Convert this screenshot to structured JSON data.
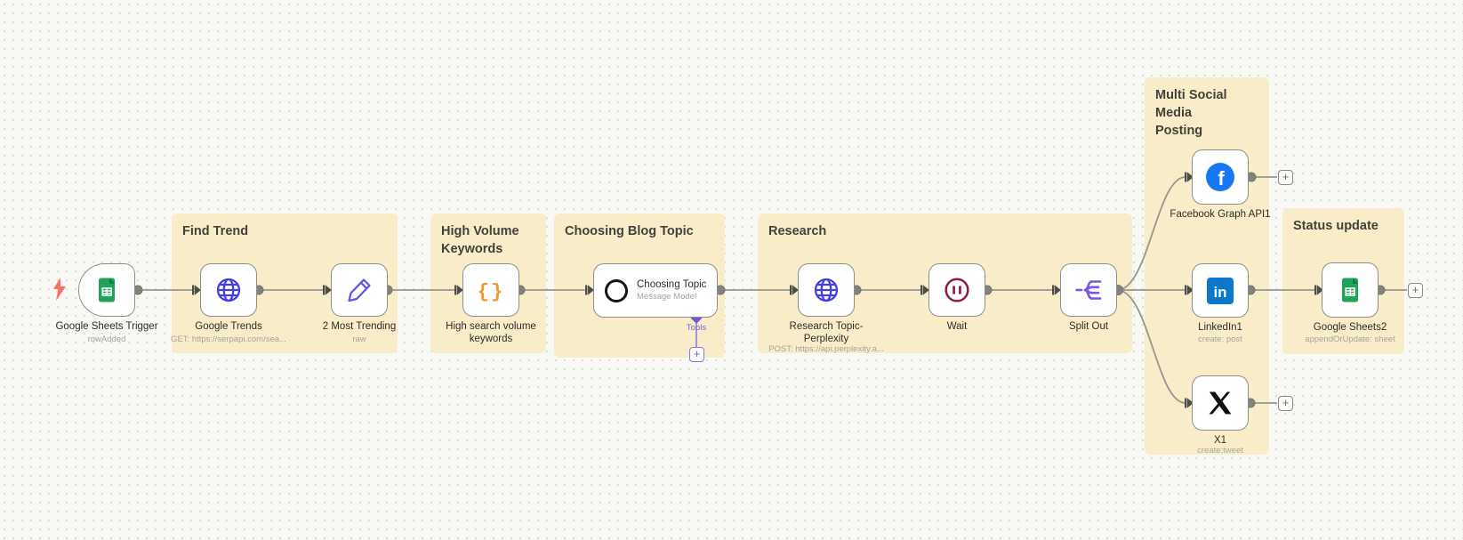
{
  "app": {
    "name": "n8n workflow canvas"
  },
  "groups": {
    "find_trend": {
      "label": "Find Trend"
    },
    "high_volume": {
      "label": "High Volume\nKeywords"
    },
    "choosing_blog": {
      "label": "Choosing Blog Topic"
    },
    "research": {
      "label": "Research"
    },
    "multi_social": {
      "label": "Multi Social Media\nPosting"
    },
    "status_update": {
      "label": "Status update"
    }
  },
  "nodes": {
    "google_sheets_trigger": {
      "label": "Google Sheets Trigger",
      "subtitle": "rowAdded"
    },
    "google_trends": {
      "label": "Google Trends",
      "subtitle": "GET: https://serpapi.com/sea..."
    },
    "two_most_trending": {
      "label": "2 Most Trending",
      "subtitle": "raw"
    },
    "high_search_volume": {
      "label": "High search volume\nkeywords"
    },
    "choosing_topic": {
      "label": "Choosing Topic",
      "subtitle": "Message Model",
      "connector_label": "Tools"
    },
    "research_topic": {
      "label": "Research Topic-\nPerplexity",
      "subtitle": "POST: https://api.perplexity.a..."
    },
    "wait": {
      "label": "Wait"
    },
    "split_out": {
      "label": "Split Out"
    },
    "facebook": {
      "label": "Facebook Graph API1"
    },
    "linkedin": {
      "label": "LinkedIn1",
      "subtitle": "create: post"
    },
    "x": {
      "label": "X1",
      "subtitle": "create:tweet"
    },
    "google_sheets2": {
      "label": "Google Sheets2",
      "subtitle": "appendOrUpdate: sheet"
    }
  },
  "icons": {
    "plus": "+",
    "braces": "{}",
    "facebook_letter": "f",
    "linkedin_text": "in"
  },
  "colors": {
    "group_bg": "#f9edc9",
    "canvas_bg": "#f8f8f5",
    "node_border": "#8f8f88",
    "connector": "#96968f",
    "bolt_red": "#ff6e5f",
    "sheets_green": "#21a357",
    "globe_blue": "#4340e0",
    "pencil_indigo": "#5a55e8",
    "braces_orange": "#ef9730",
    "openai_black": "#161616",
    "wait_maroon": "#8f1d42",
    "splitout_purple": "#7c55e0",
    "facebook_blue": "#1877f2",
    "linkedin_blue": "#0b78cc",
    "x_black": "#0f0f0f",
    "tools_purple": "#6f5bd6"
  }
}
